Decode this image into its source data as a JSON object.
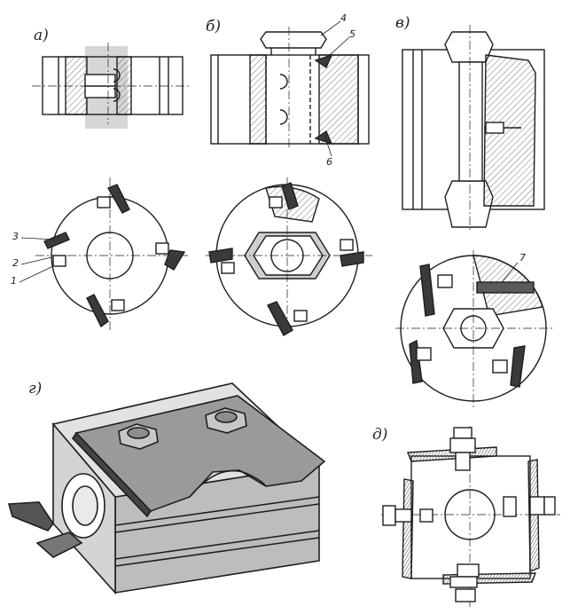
{
  "figure": {
    "view_labels": {
      "a": "а)",
      "b": "б)",
      "v": "в)",
      "g": "г)",
      "d": "д)"
    },
    "callouts": [
      "1",
      "2",
      "3",
      "4",
      "5",
      "6",
      "7"
    ],
    "colors": {
      "ink": "#1e1e1e",
      "paper": "#ffffff",
      "hatch": "#555555",
      "shade_light": "#d8d8d8",
      "shade_mid": "#a9a9a9",
      "shade_dark": "#5a5a5a",
      "highlight": "#c9c9c9"
    }
  }
}
